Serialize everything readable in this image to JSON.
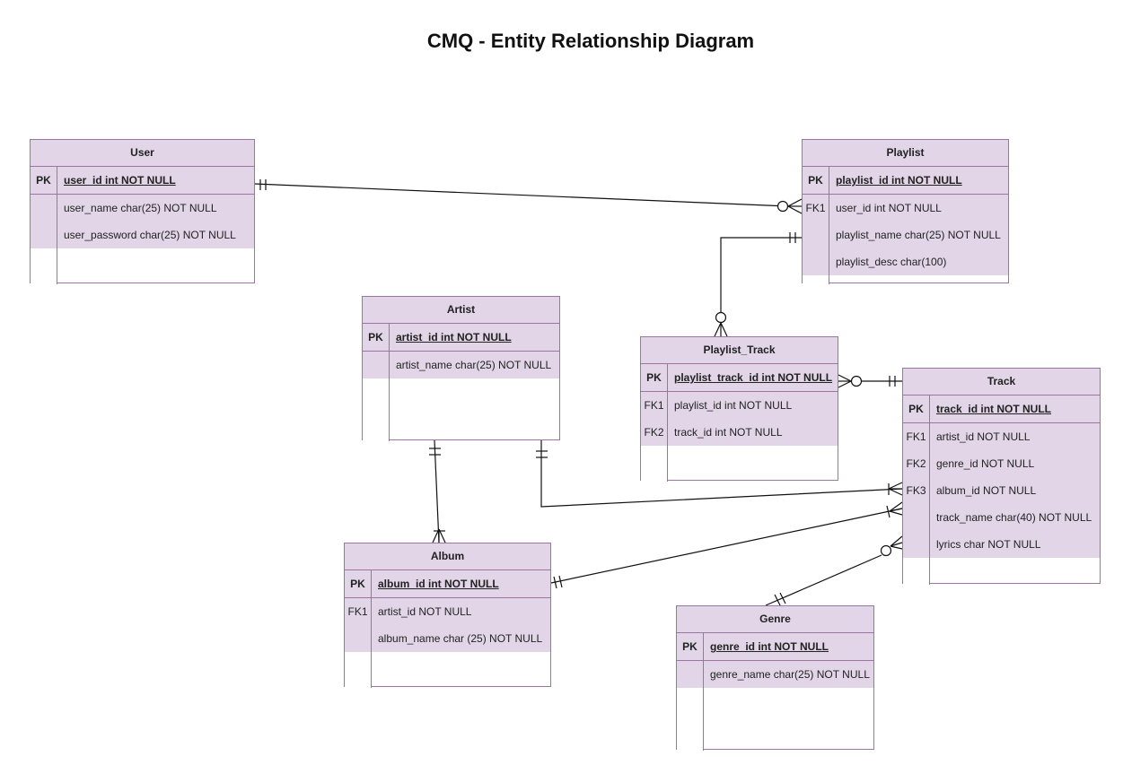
{
  "title": "CMQ - Entity Relationship Diagram",
  "colors": {
    "header_fill": "#e1d5e7",
    "border": "#9c73a3",
    "line": "#111111"
  },
  "entities": {
    "user": {
      "name": "User",
      "rows": [
        {
          "key": "PK",
          "field": "user_id int NOT NULL"
        },
        {
          "key": "",
          "field": "user_name char(25) NOT NULL"
        },
        {
          "key": "",
          "field": "user_password char(25) NOT NULL"
        }
      ]
    },
    "playlist": {
      "name": "Playlist",
      "rows": [
        {
          "key": "PK",
          "field": "playlist_id int NOT NULL"
        },
        {
          "key": "FK1",
          "field": "user_id int NOT NULL"
        },
        {
          "key": "",
          "field": "playlist_name char(25) NOT NULL"
        },
        {
          "key": "",
          "field": "playlist_desc char(100)"
        }
      ]
    },
    "artist": {
      "name": "Artist",
      "rows": [
        {
          "key": "PK",
          "field": "artist_id int NOT NULL"
        },
        {
          "key": "",
          "field": "artist_name char(25) NOT NULL"
        }
      ]
    },
    "playlist_track": {
      "name": "Playlist_Track",
      "rows": [
        {
          "key": "PK",
          "field": "playlist_track_id int NOT NULL"
        },
        {
          "key": "FK1",
          "field": "playlist_id int NOT NULL"
        },
        {
          "key": "FK2",
          "field": "track_id int NOT NULL"
        }
      ]
    },
    "track": {
      "name": "Track",
      "rows": [
        {
          "key": "PK",
          "field": "track_id int NOT NULL"
        },
        {
          "key": "FK1",
          "field": "artist_id NOT NULL"
        },
        {
          "key": "FK2",
          "field": "genre_id NOT NULL"
        },
        {
          "key": "FK3",
          "field": "album_id NOT NULL"
        },
        {
          "key": "",
          "field": "track_name char(40) NOT NULL"
        },
        {
          "key": "",
          "field": "lyrics char NOT NULL"
        }
      ]
    },
    "album": {
      "name": "Album",
      "rows": [
        {
          "key": "PK",
          "field": "album_id int NOT NULL"
        },
        {
          "key": "FK1",
          "field": "artist_id NOT NULL"
        },
        {
          "key": "",
          "field": "album_name char (25) NOT NULL"
        }
      ]
    },
    "genre": {
      "name": "Genre",
      "rows": [
        {
          "key": "PK",
          "field": "genre_id int NOT NULL"
        },
        {
          "key": "",
          "field": "genre_name char(25) NOT NULL"
        }
      ]
    }
  },
  "relationships": [
    {
      "from": "User",
      "to": "Playlist",
      "from_end": "exactly-one",
      "to_end": "zero-or-many"
    },
    {
      "from": "Playlist",
      "to": "Playlist_Track",
      "from_end": "exactly-one",
      "to_end": "zero-or-many"
    },
    {
      "from": "Track",
      "to": "Playlist_Track",
      "from_end": "exactly-one",
      "to_end": "zero-or-many"
    },
    {
      "from": "Artist",
      "to": "Album",
      "from_end": "exactly-one",
      "to_end": "one-or-many"
    },
    {
      "from": "Artist",
      "to": "Track",
      "from_end": "exactly-one",
      "to_end": "one-or-many"
    },
    {
      "from": "Album",
      "to": "Track",
      "from_end": "exactly-one",
      "to_end": "one-or-many"
    },
    {
      "from": "Genre",
      "to": "Track",
      "from_end": "exactly-one",
      "to_end": "zero-or-many"
    }
  ]
}
